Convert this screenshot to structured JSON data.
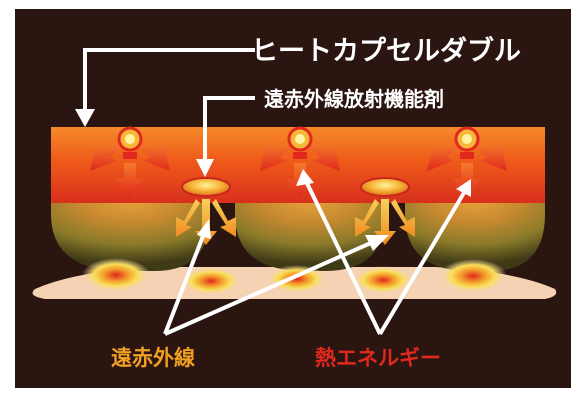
{
  "labels": {
    "heat_capsule": "ヒートカプセルダブル",
    "far_ir_agent": "遠赤外線放射機能剤",
    "far_infrared": "遠赤外線",
    "heat_energy": "熱エネルギー"
  },
  "colors": {
    "background": "#2b1510",
    "band_top": "#f26a1b",
    "band_bottom": "#e0281e",
    "far_infrared_label": "#f0a020",
    "heat_energy_label": "#e0281e",
    "skin": "#f6d2b4"
  }
}
